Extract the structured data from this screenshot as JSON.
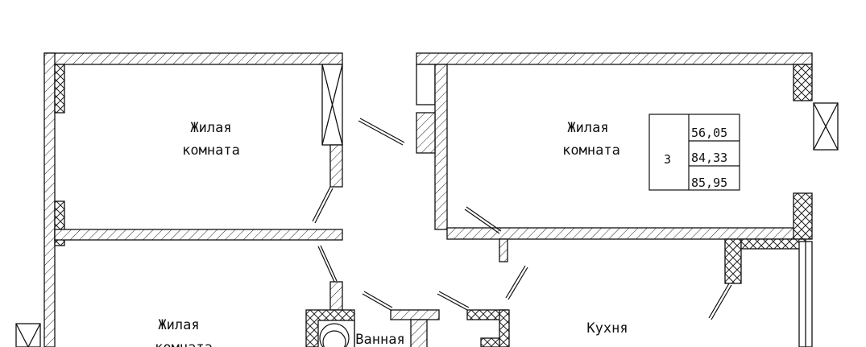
{
  "rooms": {
    "living_1": {
      "line1": "Жилая",
      "line2": "комната"
    },
    "living_2": {
      "line1": "Жилая",
      "line2": "комната"
    },
    "living_3": {
      "line1": "Жилая",
      "line2": "комната"
    },
    "bathroom": {
      "label": "Ванная"
    },
    "kitchen": {
      "label": "Кухня"
    }
  },
  "info_box": {
    "rooms_count": "3",
    "living_area": "56,05",
    "total_area": "84,33",
    "total_area_with_balcony": "85,95"
  }
}
